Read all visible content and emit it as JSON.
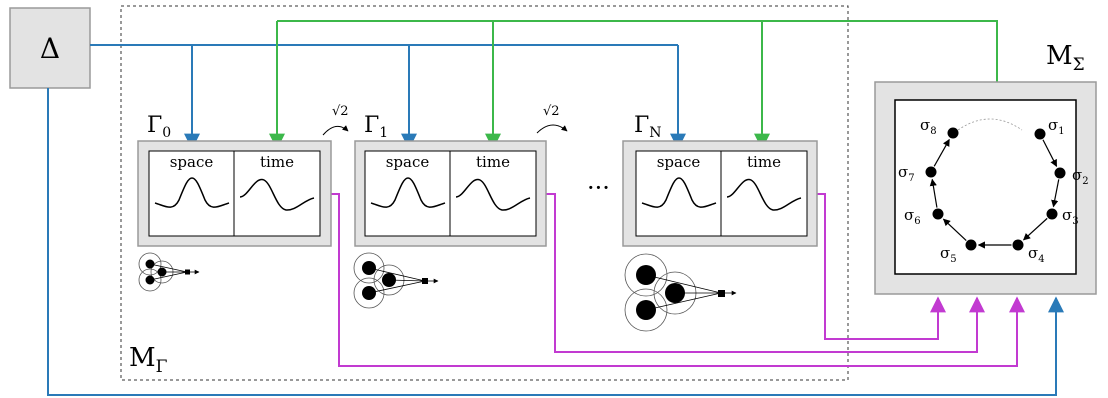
{
  "delta_box": {
    "label": "Δ"
  },
  "groups": {
    "m_gamma": {
      "label": "M",
      "sub": "Γ"
    },
    "m_sigma": {
      "label": "M",
      "sub": "Σ"
    }
  },
  "filters": [
    {
      "name": "Γ",
      "sub": "0",
      "space_label": "space",
      "time_label": "time"
    },
    {
      "name": "Γ",
      "sub": "1",
      "space_label": "space",
      "time_label": "time"
    },
    {
      "name": "Γ",
      "sub": "N",
      "space_label": "space",
      "time_label": "time"
    }
  ],
  "scale_labels": [
    "√2",
    "√2"
  ],
  "ellipsis": "···",
  "states": [
    {
      "name": "σ",
      "sub": "1"
    },
    {
      "name": "σ",
      "sub": "2"
    },
    {
      "name": "σ",
      "sub": "3"
    },
    {
      "name": "σ",
      "sub": "4"
    },
    {
      "name": "σ",
      "sub": "5"
    },
    {
      "name": "σ",
      "sub": "6"
    },
    {
      "name": "σ",
      "sub": "7"
    },
    {
      "name": "σ",
      "sub": "8"
    }
  ],
  "colors": {
    "blue": "#2a7ab8",
    "green": "#3cb84a",
    "magenta": "#c23ad1",
    "box_fill": "#e3e3e3",
    "box_stroke": "#9a9a9a"
  }
}
